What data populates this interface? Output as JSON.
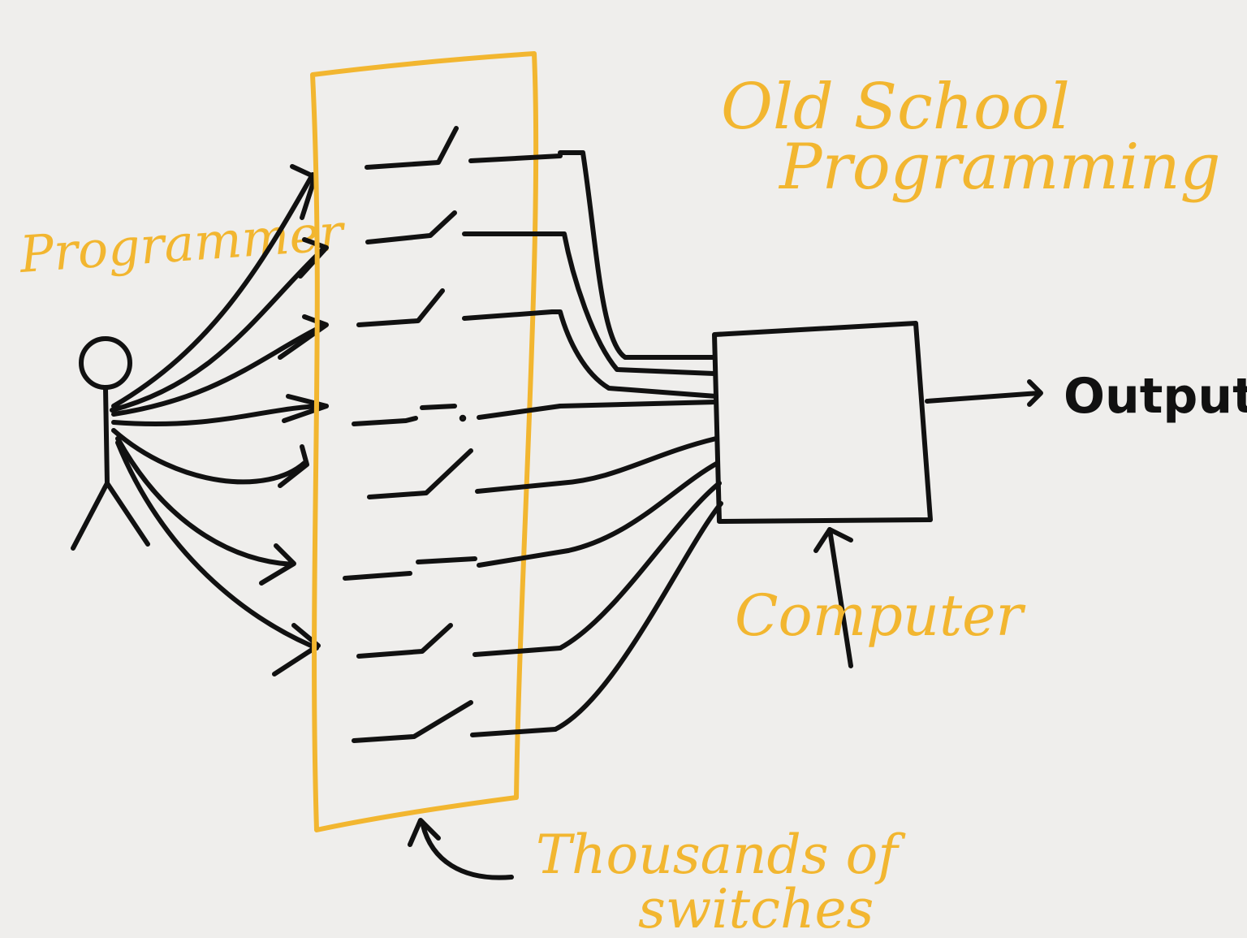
{
  "labels": {
    "title_line1": "Old School",
    "title_line2": "Programming",
    "programmer": "Programmer",
    "computer": "Computer",
    "output": "Output",
    "switches_line1": "Thousands of",
    "switches_line2": "switches"
  },
  "colors": {
    "ink": "#111111",
    "highlight": "#f2b630",
    "paper": "#efeeec"
  },
  "switch_count": 8
}
